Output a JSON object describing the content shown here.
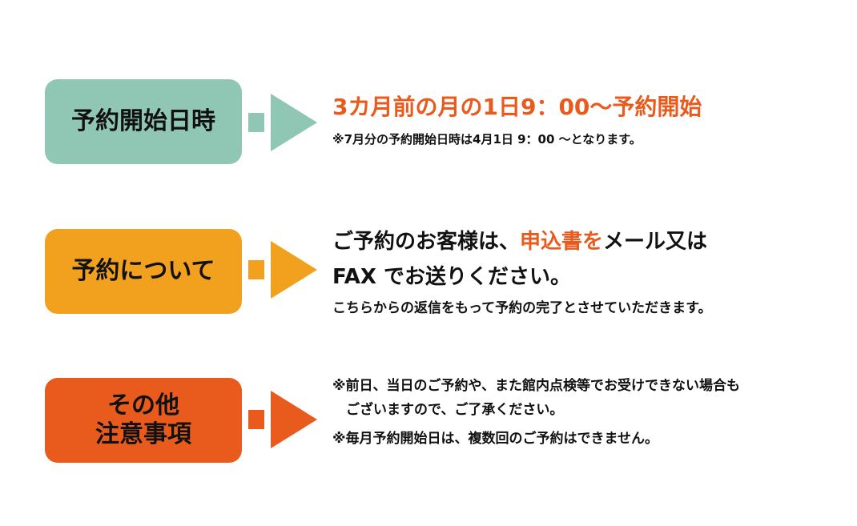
{
  "colors": {
    "teal": "#8fc7b4",
    "amber": "#f2a11f",
    "orange": "#e95b1c",
    "accent_text": "#e95b1c"
  },
  "rows": [
    {
      "label_lines": [
        "予約開始日時"
      ],
      "headline": "3カ月前の月の1日9：00～予約開始",
      "note": "※7月分の予約開始日時は4月1日 9：00 ～となります。"
    },
    {
      "label_lines": [
        "予約について"
      ],
      "line1_pre": "ご予約のお客様は、",
      "line1_accent": "申込書を",
      "line1_post": "メール又は",
      "line2": "FAX でお送りください。",
      "line3": "こちらからの返信をもって予約の完了とさせていただきます。"
    },
    {
      "label_lines": [
        "その他",
        "注意事項"
      ],
      "note1": "※前日、当日のご予約や、また館内点検等でお受けできない場合も",
      "note1_cont": "　ございますので、ご了承ください。",
      "note2": "※毎月予約開始日は、複数回のご予約はできません。"
    }
  ]
}
